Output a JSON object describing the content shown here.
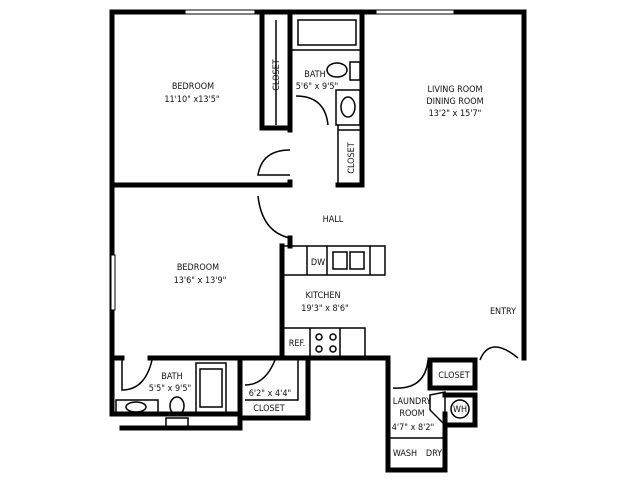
{
  "rooms": {
    "bedroom1": {
      "name": "BEDROOM",
      "size": "11'10\" x13'5\""
    },
    "closet1": {
      "name": "CLOSET"
    },
    "bath1": {
      "name": "BATH",
      "size": "5'6\" x 9'5\""
    },
    "living": {
      "name1": "LIVING ROOM",
      "name2": "DINING ROOM",
      "size": "13'2\" x 15'7\""
    },
    "closet2": {
      "name": "CLOSET"
    },
    "hall": {
      "name": "HALL"
    },
    "bedroom2": {
      "name": "BEDROOM",
      "size": "13'6\" x 13'9\""
    },
    "kitchen": {
      "name": "KITCHEN",
      "size": "19'3\" x 8'6\"",
      "dw": "DW",
      "ref": "REF."
    },
    "entry": {
      "name": "ENTRY"
    },
    "bath2": {
      "name": "BATH",
      "size": "5'5\" x 9'5\""
    },
    "closet3": {
      "name": "CLOSET",
      "size": "6'2\" x 4'4\""
    },
    "closet4": {
      "name": "CLOSET"
    },
    "laundry": {
      "name1": "LAUNDRY",
      "name2": "ROOM",
      "size": "4'7\" x 8'2\"",
      "wh": "WH",
      "wash": "WASH",
      "dry": "DRY"
    }
  }
}
